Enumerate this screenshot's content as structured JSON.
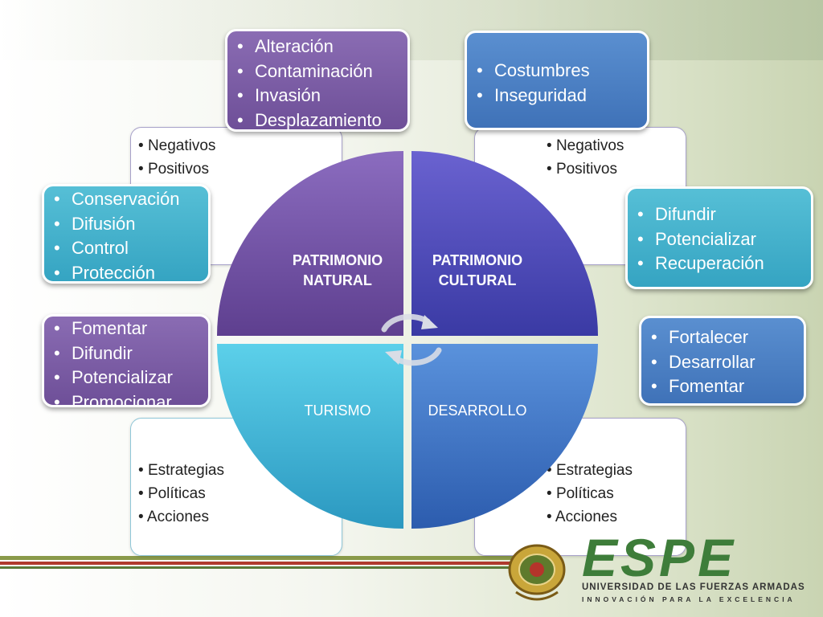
{
  "quadrants": {
    "natural": {
      "line1": "PATRIMONIO",
      "line2": "NATURAL",
      "color": "#6f4fa2"
    },
    "cultural": {
      "line1": "PATRIMONIO",
      "line2": "CULTURAL",
      "color": "#4b49b8"
    },
    "turismo": {
      "label": "TURISMO",
      "color": "#37b3d6"
    },
    "desarrollo": {
      "label": "DESARROLLO",
      "color": "#3e78cc"
    }
  },
  "boxes": {
    "top_left": [
      "Negativos",
      "Positivos"
    ],
    "top_right": [
      "Negativos",
      "Positivos"
    ],
    "bottom_left": [
      "Estrategias",
      "Políticas",
      "Acciones"
    ],
    "bottom_right": [
      "Estrategias",
      "Políticas",
      "Acciones"
    ]
  },
  "callouts": {
    "alteracion": [
      "Alteración",
      "Contaminación",
      "Invasión",
      "Desplazamiento"
    ],
    "costumbres": [
      "Costumbres",
      "Inseguridad"
    ],
    "conservacion": [
      "Conservación",
      "Difusión",
      "Control",
      "Protección"
    ],
    "difundir": [
      "Difundir",
      "Potencializar",
      "Recuperación"
    ],
    "fomentar": [
      "Fomentar",
      "Difundir",
      "Potencializar",
      "Promocionar"
    ],
    "fortalecer": [
      "Fortalecer",
      "Desarrollar",
      "Fomentar"
    ]
  },
  "logo": {
    "name": "ESPE",
    "line1": "UNIVERSIDAD DE LAS FUERZAS ARMADAS",
    "line2": "INNOVACIÓN PARA LA EXCELENCIA",
    "color": "#3e7d3a"
  }
}
